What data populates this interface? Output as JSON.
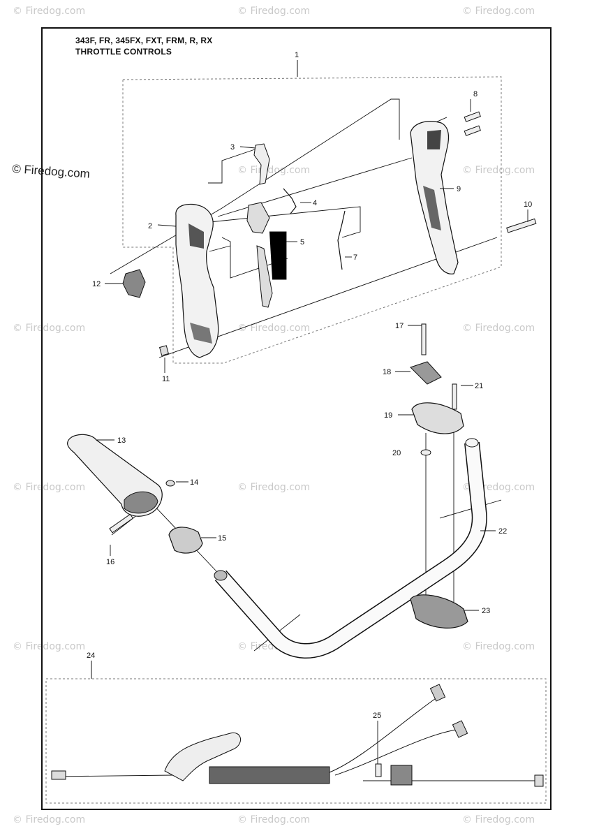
{
  "header": {
    "models": "343F, FR, 345FX, FXT, FRM, R, RX",
    "section": "THROTTLE CONTROLS"
  },
  "watermark": {
    "side_text": "© Firedog.com",
    "tile_text": "© Firedog.com"
  },
  "callouts": [
    {
      "id": "1",
      "label": "1"
    },
    {
      "id": "2",
      "label": "2"
    },
    {
      "id": "3",
      "label": "3"
    },
    {
      "id": "4",
      "label": "4"
    },
    {
      "id": "5",
      "label": "5"
    },
    {
      "id": "7",
      "label": "7"
    },
    {
      "id": "8",
      "label": "8"
    },
    {
      "id": "9",
      "label": "9"
    },
    {
      "id": "10",
      "label": "10"
    },
    {
      "id": "11",
      "label": "11"
    },
    {
      "id": "12",
      "label": "12"
    },
    {
      "id": "13",
      "label": "13"
    },
    {
      "id": "14",
      "label": "14"
    },
    {
      "id": "15",
      "label": "15"
    },
    {
      "id": "16",
      "label": "16"
    },
    {
      "id": "17",
      "label": "17"
    },
    {
      "id": "18",
      "label": "18"
    },
    {
      "id": "19",
      "label": "19"
    },
    {
      "id": "20",
      "label": "20"
    },
    {
      "id": "21",
      "label": "21"
    },
    {
      "id": "22",
      "label": "22"
    },
    {
      "id": "23",
      "label": "23"
    },
    {
      "id": "24",
      "label": "24"
    },
    {
      "id": "25",
      "label": "25"
    }
  ]
}
